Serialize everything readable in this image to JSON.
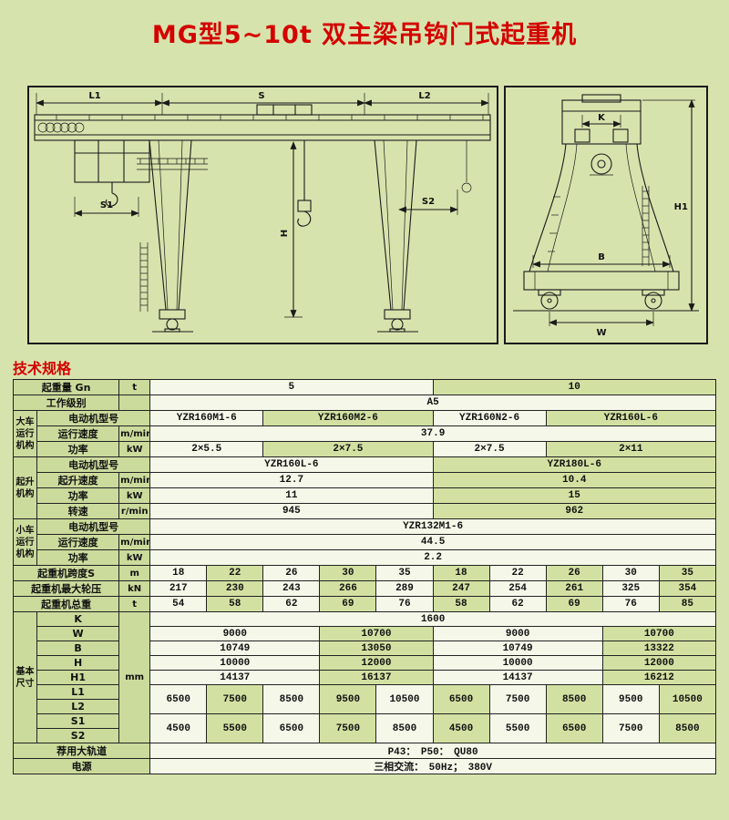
{
  "page": {
    "title": "MG型5~10t 双主梁吊钩门式起重机",
    "section_heading": "技术规格",
    "colors": {
      "title_red": "#d40000",
      "background_green": "#d7e3ad",
      "cell_green": "#cbdb9c"
    }
  },
  "drawings": {
    "front_view": {
      "dims": {
        "l1": "L1",
        "s": "S",
        "l2": "L2",
        "s1": "S1",
        "s2": "S2",
        "h": "H"
      }
    },
    "side_view": {
      "dims": {
        "k": "K",
        "b": "B",
        "w": "W",
        "h1": "H1"
      }
    }
  },
  "table": {
    "rows": [
      [
        {
          "t": "起重量 Gn",
          "cs": 2,
          "k": "l"
        },
        {
          "t": "t",
          "k": "u"
        },
        {
          "t": "5",
          "cs": 5,
          "k": "w"
        },
        {
          "t": "10",
          "cs": 5,
          "k": "d"
        }
      ],
      [
        {
          "t": "工作级别",
          "cs": 2,
          "k": "l"
        },
        {
          "t": "",
          "k": "u"
        },
        {
          "t": "A5",
          "cs": 10,
          "k": "w"
        }
      ],
      [
        {
          "t": "大车运行机构",
          "rs": 3,
          "k": "g"
        },
        {
          "t": "电动机型号",
          "cs": 2,
          "k": "l"
        },
        {
          "t": "YZR160M1-6",
          "cs": 2,
          "k": "w"
        },
        {
          "t": "YZR160M2-6",
          "cs": 3,
          "k": "d"
        },
        {
          "t": "YZR160N2-6",
          "cs": 2,
          "k": "w"
        },
        {
          "t": "YZR160L-6",
          "cs": 3,
          "k": "d"
        }
      ],
      [
        {
          "t": "运行速度",
          "k": "l"
        },
        {
          "t": "m/min",
          "k": "u"
        },
        {
          "t": "37.9",
          "cs": 10,
          "k": "w"
        }
      ],
      [
        {
          "t": "功率",
          "k": "l"
        },
        {
          "t": "kW",
          "k": "u"
        },
        {
          "t": "2×5.5",
          "cs": 2,
          "k": "w"
        },
        {
          "t": "2×7.5",
          "cs": 3,
          "k": "d"
        },
        {
          "t": "2×7.5",
          "cs": 2,
          "k": "w"
        },
        {
          "t": "2×11",
          "cs": 3,
          "k": "d"
        }
      ],
      [
        {
          "t": "起升机构",
          "rs": 4,
          "k": "g"
        },
        {
          "t": "电动机型号",
          "cs": 2,
          "k": "l"
        },
        {
          "t": "YZR160L-6",
          "cs": 5,
          "k": "w"
        },
        {
          "t": "YZR180L-6",
          "cs": 5,
          "k": "d"
        }
      ],
      [
        {
          "t": "起升速度",
          "k": "l"
        },
        {
          "t": "m/min",
          "k": "u"
        },
        {
          "t": "12.7",
          "cs": 5,
          "k": "w"
        },
        {
          "t": "10.4",
          "cs": 5,
          "k": "d"
        }
      ],
      [
        {
          "t": "功率",
          "k": "l"
        },
        {
          "t": "kW",
          "k": "u"
        },
        {
          "t": "11",
          "cs": 5,
          "k": "w"
        },
        {
          "t": "15",
          "cs": 5,
          "k": "d"
        }
      ],
      [
        {
          "t": "转速",
          "k": "l"
        },
        {
          "t": "r/min",
          "k": "u"
        },
        {
          "t": "945",
          "cs": 5,
          "k": "w"
        },
        {
          "t": "962",
          "cs": 5,
          "k": "d"
        }
      ],
      [
        {
          "t": "小车运行机构",
          "rs": 3,
          "k": "g"
        },
        {
          "t": "电动机型号",
          "cs": 2,
          "k": "l"
        },
        {
          "t": "YZR132M1-6",
          "cs": 10,
          "k": "w"
        }
      ],
      [
        {
          "t": "运行速度",
          "k": "l"
        },
        {
          "t": "m/min",
          "k": "u"
        },
        {
          "t": "44.5",
          "cs": 10,
          "k": "w"
        }
      ],
      [
        {
          "t": "功率",
          "k": "l"
        },
        {
          "t": "kW",
          "k": "u"
        },
        {
          "t": "2.2",
          "cs": 10,
          "k": "w"
        }
      ],
      [
        {
          "t": "起重机跨度S",
          "cs": 2,
          "k": "l"
        },
        {
          "t": "m",
          "k": "u"
        },
        {
          "t": "18",
          "k": "w"
        },
        {
          "t": "22",
          "k": "d"
        },
        {
          "t": "26",
          "k": "w"
        },
        {
          "t": "30",
          "k": "d"
        },
        {
          "t": "35",
          "k": "w"
        },
        {
          "t": "18",
          "k": "d"
        },
        {
          "t": "22",
          "k": "w"
        },
        {
          "t": "26",
          "k": "d"
        },
        {
          "t": "30",
          "k": "w"
        },
        {
          "t": "35",
          "k": "d"
        }
      ],
      [
        {
          "t": "起重机最大轮压",
          "cs": 2,
          "k": "l"
        },
        {
          "t": "kN",
          "k": "u"
        },
        {
          "t": "217",
          "k": "w"
        },
        {
          "t": "230",
          "k": "d"
        },
        {
          "t": "243",
          "k": "w"
        },
        {
          "t": "266",
          "k": "d"
        },
        {
          "t": "289",
          "k": "w"
        },
        {
          "t": "247",
          "k": "d"
        },
        {
          "t": "254",
          "k": "w"
        },
        {
          "t": "261",
          "k": "d"
        },
        {
          "t": "325",
          "k": "w"
        },
        {
          "t": "354",
          "k": "d"
        }
      ],
      [
        {
          "t": "起重机总重",
          "cs": 2,
          "k": "l"
        },
        {
          "t": "t",
          "k": "u"
        },
        {
          "t": "54",
          "k": "w"
        },
        {
          "t": "58",
          "k": "d"
        },
        {
          "t": "62",
          "k": "w"
        },
        {
          "t": "69",
          "k": "d"
        },
        {
          "t": "76",
          "k": "w"
        },
        {
          "t": "58",
          "k": "d"
        },
        {
          "t": "62",
          "k": "w"
        },
        {
          "t": "69",
          "k": "d"
        },
        {
          "t": "76",
          "k": "w"
        },
        {
          "t": "85",
          "k": "d"
        }
      ],
      [
        {
          "t": "基本尺寸",
          "rs": 9,
          "k": "g"
        },
        {
          "t": "K",
          "k": "l"
        },
        {
          "t": "mm",
          "rs": 9,
          "k": "u"
        },
        {
          "t": "1600",
          "cs": 10,
          "k": "w"
        }
      ],
      [
        {
          "t": "W",
          "k": "l"
        },
        {
          "t": "9000",
          "cs": 3,
          "k": "w"
        },
        {
          "t": "10700",
          "cs": 2,
          "k": "d"
        },
        {
          "t": "9000",
          "cs": 3,
          "k": "w"
        },
        {
          "t": "10700",
          "cs": 2,
          "k": "d"
        }
      ],
      [
        {
          "t": "B",
          "k": "l"
        },
        {
          "t": "10749",
          "cs": 3,
          "k": "w"
        },
        {
          "t": "13050",
          "cs": 2,
          "k": "d"
        },
        {
          "t": "10749",
          "cs": 3,
          "k": "w"
        },
        {
          "t": "13322",
          "cs": 2,
          "k": "d"
        }
      ],
      [
        {
          "t": "H",
          "k": "l"
        },
        {
          "t": "10000",
          "cs": 3,
          "k": "w"
        },
        {
          "t": "12000",
          "cs": 2,
          "k": "d"
        },
        {
          "t": "10000",
          "cs": 3,
          "k": "w"
        },
        {
          "t": "12000",
          "cs": 2,
          "k": "d"
        }
      ],
      [
        {
          "t": "H1",
          "k": "l"
        },
        {
          "t": "14137",
          "cs": 3,
          "k": "w"
        },
        {
          "t": "16137",
          "cs": 2,
          "k": "d"
        },
        {
          "t": "14137",
          "cs": 3,
          "k": "w"
        },
        {
          "t": "16212",
          "cs": 2,
          "k": "d"
        }
      ],
      [
        {
          "t": "L1",
          "k": "l"
        },
        {
          "t": "6500",
          "rs": 2,
          "k": "w"
        },
        {
          "t": "7500",
          "rs": 2,
          "k": "d"
        },
        {
          "t": "8500",
          "rs": 2,
          "k": "w"
        },
        {
          "t": "9500",
          "rs": 2,
          "k": "d"
        },
        {
          "t": "10500",
          "rs": 2,
          "k": "w"
        },
        {
          "t": "6500",
          "rs": 2,
          "k": "d"
        },
        {
          "t": "7500",
          "rs": 2,
          "k": "w"
        },
        {
          "t": "8500",
          "rs": 2,
          "k": "d"
        },
        {
          "t": "9500",
          "rs": 2,
          "k": "w"
        },
        {
          "t": "10500",
          "rs": 2,
          "k": "d"
        }
      ],
      [
        {
          "t": "L2",
          "k": "l"
        }
      ],
      [
        {
          "t": "S1",
          "k": "l"
        },
        {
          "t": "4500",
          "rs": 2,
          "k": "w"
        },
        {
          "t": "5500",
          "rs": 2,
          "k": "d"
        },
        {
          "t": "6500",
          "rs": 2,
          "k": "w"
        },
        {
          "t": "7500",
          "rs": 2,
          "k": "d"
        },
        {
          "t": "8500",
          "rs": 2,
          "k": "w"
        },
        {
          "t": "4500",
          "rs": 2,
          "k": "d"
        },
        {
          "t": "5500",
          "rs": 2,
          "k": "w"
        },
        {
          "t": "6500",
          "rs": 2,
          "k": "d"
        },
        {
          "t": "7500",
          "rs": 2,
          "k": "w"
        },
        {
          "t": "8500",
          "rs": 2,
          "k": "d"
        }
      ],
      [
        {
          "t": "S2",
          "k": "l"
        }
      ],
      [
        {
          "t": "荐用大轨道",
          "cs": 3,
          "k": "l"
        },
        {
          "t": "P43：　P50：　QU80",
          "cs": 10,
          "k": "w"
        }
      ],
      [
        {
          "t": "电源",
          "cs": 3,
          "k": "l"
        },
        {
          "t": "三相交流：　50Hz；　380V",
          "cs": 10,
          "k": "w"
        }
      ]
    ]
  }
}
